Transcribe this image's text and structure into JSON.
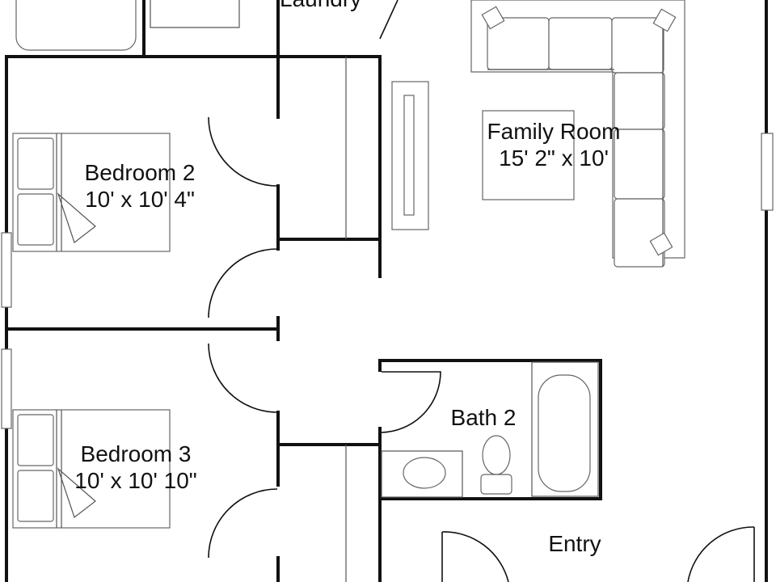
{
  "rooms": {
    "laundry": {
      "name": "Laundry"
    },
    "family_room": {
      "name": "Family Room",
      "dimensions": "15' 2\" x 10'"
    },
    "bedroom2": {
      "name": "Bedroom 2",
      "dimensions": "10' x 10' 4\""
    },
    "bedroom3": {
      "name": "Bedroom 3",
      "dimensions": "10' x 10' 10\""
    },
    "bath2": {
      "name": "Bath 2"
    },
    "entry": {
      "name": "Entry"
    }
  },
  "colors": {
    "wall": "#111111",
    "fixture": "#666666",
    "background": "#ffffff"
  }
}
